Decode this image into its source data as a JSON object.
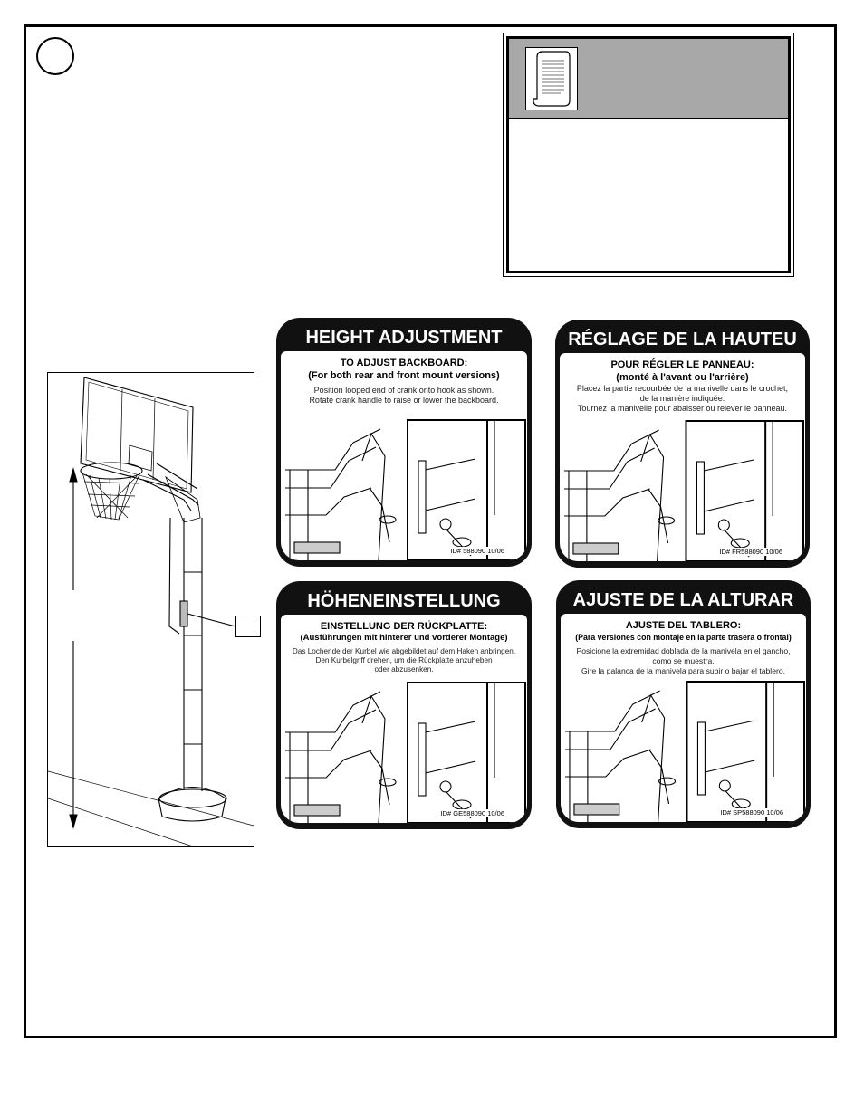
{
  "labels": [
    {
      "title": "HEIGHT ADJUSTMENT",
      "heading": "TO ADJUST BACKBOARD:",
      "subheading": "(For both rear and front mount versions)",
      "instructions": [
        "Position looped end of crank onto hook as shown.",
        "Rotate crank handle to raise or lower the backboard."
      ],
      "id_text": "ID#    588090      10/06"
    },
    {
      "title": "RÉGLAGE DE LA HAUTEU",
      "heading": "POUR RÉGLER LE PANNEAU:",
      "subheading": "(monté à l'avant ou l'arrière)",
      "instructions": [
        "Placez la partie recourbée de la manivelle dans le crochet,",
        "de la manière indiquée.",
        "Tournez la manivelle pour abaisser ou relever le panneau."
      ],
      "id_text": "ID#   FR588090    10/06"
    },
    {
      "title": "HÖHENEINSTELLUNG",
      "heading": "EINSTELLUNG DER RÜCKPLATTE:",
      "subheading": "(Ausführungen mit hinterer und vorderer Montage)",
      "instructions": [
        "Das Lochende der Kurbel wie abgebildet auf dem Haken anbringen.",
        "Den Kurbelgriff drehen, um die Rückplatte anzuheben",
        "oder abzusenken."
      ],
      "id_text": "ID#    GE588090  10/06"
    },
    {
      "title": "AJUSTE DE LA ALTURAR",
      "heading": "AJUSTE DEL TABLERO:",
      "subheading": "(Para versiones con montaje en la parte trasera o frontal)",
      "instructions": [
        "Posicione la extremidad doblada de la manivela en el gancho,",
        "como se muestra.",
        "Gire la palanca de la manivela para subir o bajar el tablero."
      ],
      "id_text": "ID#   SP588090    10/06"
    }
  ],
  "icons": {
    "note": "document-icon",
    "step": "step-number-circle",
    "hoop": "basketball-hoop-illustration",
    "arrow": "height-range-arrow"
  },
  "colors": {
    "label_background": "#111111",
    "note_header": "#a8a8a8"
  }
}
